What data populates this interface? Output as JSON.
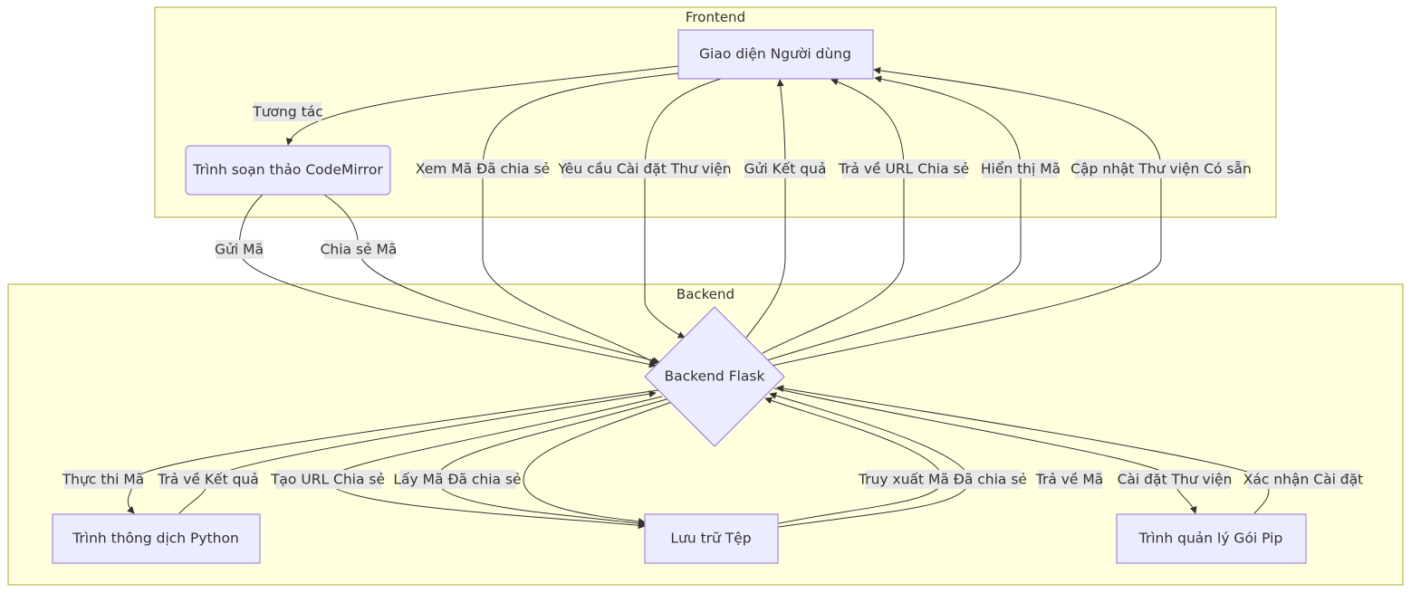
{
  "clusters": {
    "frontend": "Frontend",
    "backend": "Backend"
  },
  "nodes": {
    "ui": "Giao diện Người dùng",
    "editor": "Trình soạn thảo CodeMirror",
    "flask": "Backend Flask",
    "python": "Trình thông dịch Python",
    "storage": "Lưu trữ Tệp",
    "pip": "Trình quản lý Gói Pip"
  },
  "edges": {
    "interact": "Tương tác",
    "view_shared": "Xem Mã Đã chia sẻ",
    "request_install": "Yêu cầu Cài đặt Thư viện",
    "send_result": "Gửi Kết quả",
    "return_url": "Trả về URL Chia sẻ",
    "show_code": "Hiển thị Mã",
    "update_libs": "Cập nhật Thư viện Có sẵn",
    "send_code": "Gửi Mã",
    "share_code": "Chia sẻ Mã",
    "execute": "Thực thi Mã",
    "return_result": "Trả về Kết quả",
    "create_url": "Tạo URL Chia sẻ",
    "get_shared": "Lấy Mã Đã chia sẻ",
    "retrieve_shared": "Truy xuất Mã Đã chia sẻ",
    "return_code": "Trả về Mã",
    "install_lib": "Cài đặt Thư viện",
    "confirm_install": "Xác nhận Cài đặt"
  },
  "colors": {
    "cluster_fill": "#ffffde",
    "cluster_border": "#aaaa33",
    "node_fill": "#ececff",
    "node_border": "#9370db",
    "edge": "#333333",
    "label_bg": "#e8e8e8"
  }
}
